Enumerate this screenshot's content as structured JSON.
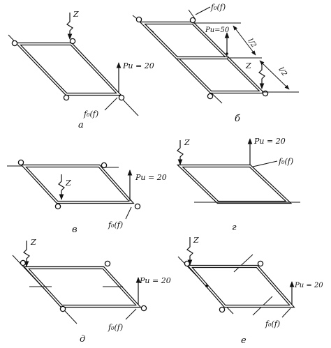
{
  "labels": {
    "z": "Z",
    "pi20": "Pи = 20",
    "pi50": "Pи=50",
    "f0f": "f₀(f)",
    "half": "l/2"
  },
  "captions": {
    "a": "а",
    "b": "б",
    "v": "в",
    "g": "г",
    "d": "д",
    "e": "е"
  }
}
